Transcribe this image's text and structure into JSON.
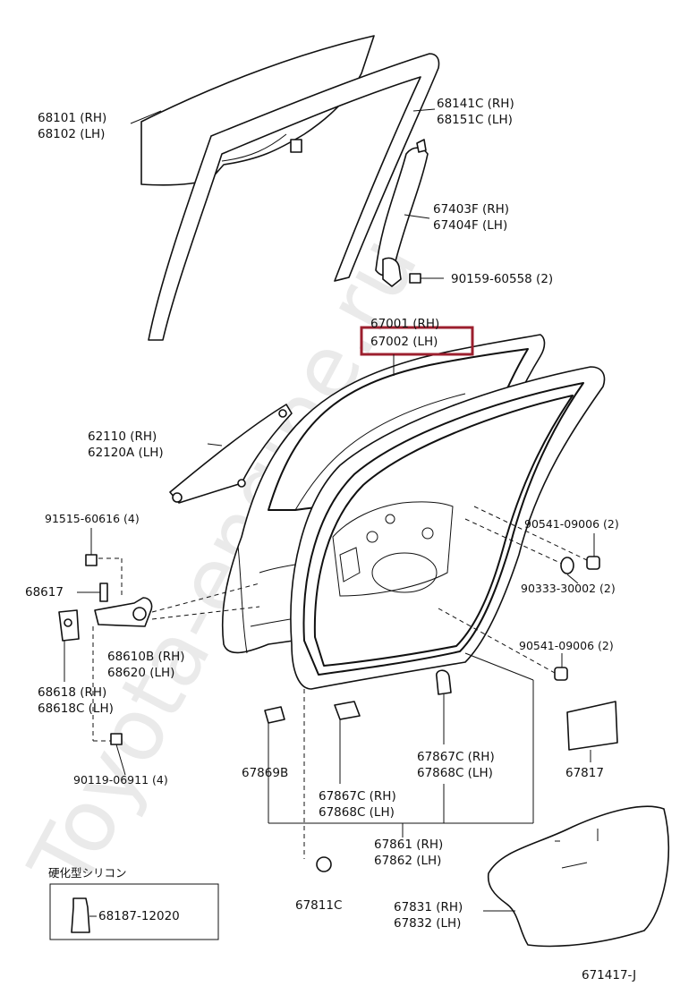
{
  "watermark": "Toyota-engine.ru",
  "diagram_code": "671417-J",
  "labels": {
    "glass": [
      "68101 (RH)",
      "68102 (LH)"
    ],
    "run_channel": [
      "68141C (RH)",
      "68151C (LH)"
    ],
    "rear_channel": [
      "67403F (RH)",
      "67404F (LH)"
    ],
    "channel_bolt": "90159-60558 (2)",
    "door_panel": [
      "67001 (RH)",
      "67002 (LH)"
    ],
    "quarter_glass": [
      "62110   (RH)",
      "62120A (LH)"
    ],
    "hinge_bolt": "91515-60616 (4)",
    "pin": "68617",
    "hinge_upper": [
      "68610B (RH)",
      "68620   (LH)"
    ],
    "hinge_lower": [
      "68618   (RH)",
      "68618C (LH)"
    ],
    "hinge_screw": "90119-06911 (4)",
    "plug_upper": "90541-09006 (2)",
    "plug_hole": "90333-30002 (2)",
    "plug_lower": "90541-09006 (2)",
    "clip_a": "67869B",
    "clip_b": [
      "67867C (RH)",
      "67868C (LH)"
    ],
    "clip_c": [
      "67867C (RH)",
      "67868C (LH)"
    ],
    "seal_pad": "67817",
    "weatherstrip": [
      "67861 (RH)",
      "67862 (LH)"
    ],
    "clip_d": "67811C",
    "service_hole_cover": [
      "67831 (RH)",
      "67832 (LH)"
    ],
    "silicone_box_title": "硬化型シリコン",
    "silicone_part": "68187-12020"
  },
  "highlight_color": "#9c1f2e"
}
